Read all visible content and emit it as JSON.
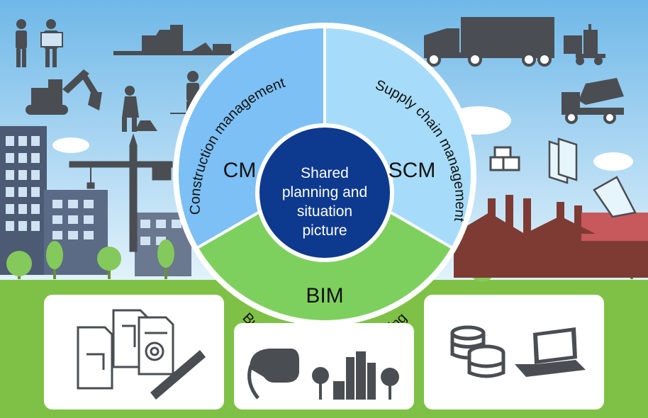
{
  "segments": {
    "cm": {
      "abbr": "CM",
      "label": "Construction management",
      "color": "#7cc0f5"
    },
    "scm": {
      "abbr": "SCM",
      "label": "Supply chain management",
      "color": "#a6dcfa"
    },
    "bim": {
      "abbr": "BIM",
      "label": "Building information modeling",
      "color": "#7ed05e"
    }
  },
  "center": {
    "lines": [
      "Shared",
      "planning and",
      "situation",
      "picture"
    ],
    "color": "#0d3a8e"
  },
  "colors": {
    "sky_top": "#6fb8e8",
    "sky_bottom": "#e3f3fb",
    "ground": "#7fc146",
    "icon_gray": "#4a4d52",
    "factory": "#7e3b34",
    "ring": "#ffffff"
  },
  "icons": [
    "engineers-icon",
    "demolished-building-icon",
    "excavator-icon",
    "worker-shovel-icon",
    "worker-jackhammer-icon",
    "tower-crane-icon",
    "truck-icon",
    "forklift-icon",
    "concrete-mixer-icon",
    "boxes-icon",
    "glass-panes-icon",
    "factory-icon",
    "blueprints-icon",
    "ruler-icon",
    "vr-headset-icon",
    "city-model-icon",
    "database-icon",
    "laptop-icon"
  ]
}
